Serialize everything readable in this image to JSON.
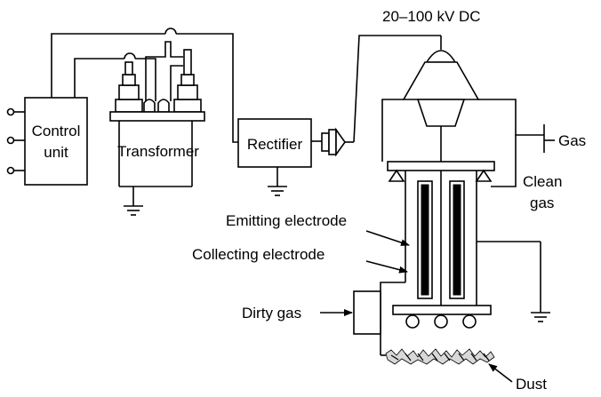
{
  "labels": {
    "voltage": "20–100 kV DC",
    "control_unit_line1": "Control",
    "control_unit_line2": "unit",
    "transformer": "Transformer",
    "rectifier": "Rectifier",
    "gas": "Gas",
    "clean_gas_line1": "Clean",
    "clean_gas_line2": "gas",
    "emitting_electrode": "Emitting electrode",
    "collecting_electrode": "Collecting electrode",
    "dirty_gas": "Dirty gas",
    "dust": "Dust"
  }
}
